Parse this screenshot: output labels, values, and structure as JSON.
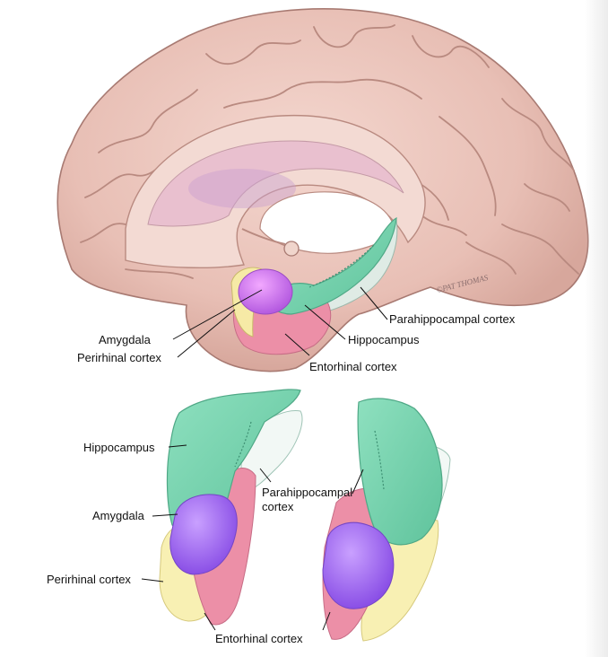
{
  "top_figure": {
    "labels": {
      "amygdala": "Amygdala",
      "perirhinal": "Perirhinal cortex",
      "entorhinal": "Entorhinal cortex",
      "hippocampus": "Hippocampus",
      "parahippocampal": "Parahippocampal cortex"
    },
    "signature": "©PAT THOMAS"
  },
  "bottom_figure": {
    "labels": {
      "hippocampus": "Hippocampus",
      "amygdala": "Amygdala",
      "perirhinal": "Perirhinal cortex",
      "parahippocampal_line1": "Parahippocampal",
      "parahippocampal_line2": "cortex",
      "entorhinal": "Entorhinal cortex"
    }
  },
  "colors": {
    "brain": "#ecc6bd",
    "brain_outline": "#a87a72",
    "amygdala": "#c86ee8",
    "hippocampus": "#7fd6b2",
    "entorhinal": "#ec8fa7",
    "perirhinal": "#f6eaa6",
    "parahippocampal": "#e4f2ec"
  }
}
